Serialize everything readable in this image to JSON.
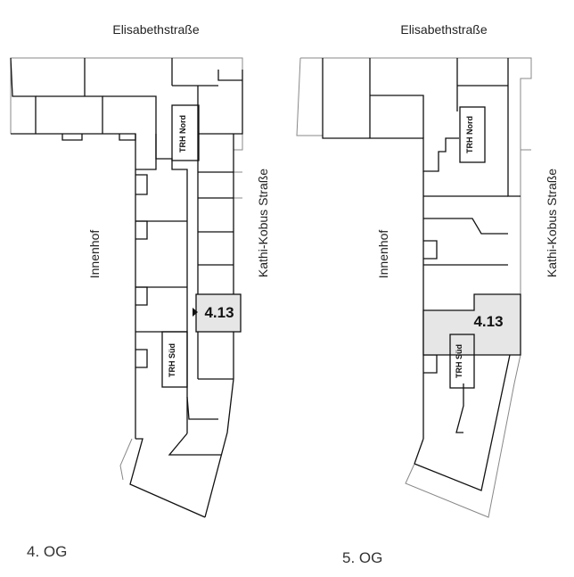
{
  "plan_left": {
    "street_top": "Elisabethstraße",
    "street_right": "Kathi-Kobus Straße",
    "courtyard": "Innenhof",
    "core_north": "TRH Nord",
    "core_south": "TRH Süd",
    "unit_label": "4.13",
    "floor_label": "4. OG"
  },
  "plan_right": {
    "street_top": "Elisabethstraße",
    "street_right": "Kathi-Kobus Straße",
    "courtyard": "Innenhof",
    "core_north": "TRH Nord",
    "core_south": "TRH Süd",
    "unit_label": "4.13",
    "floor_label": "5. OG"
  },
  "colors": {
    "line": "#111111",
    "secondary_line": "#888888",
    "highlight": "#e6e6e6"
  }
}
